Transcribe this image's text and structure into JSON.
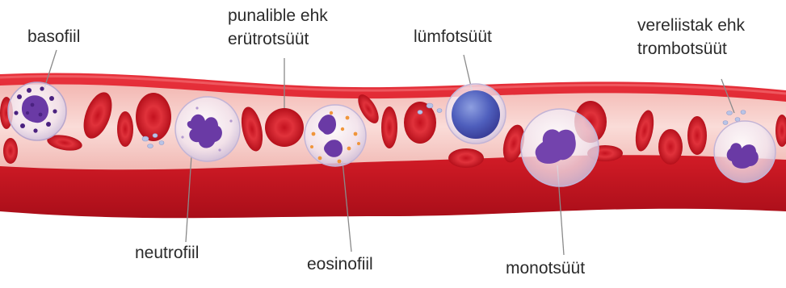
{
  "labels": {
    "basophil": "basofiil",
    "erythrocyte": [
      "punalible ehk",
      "erütrotsüüt"
    ],
    "lymphocyte": "lümfotsüüt",
    "thrombocyte": [
      "vereliistak ehk",
      "trombotsüüt"
    ],
    "neutrophil": "neutrofiil",
    "eosinophil": "eosinofiil",
    "monocyte": "monotsüüt"
  },
  "colors": {
    "vessel_wall": "#d81f2b",
    "vessel_wall_dark": "#a80f1a",
    "vessel_lumen": "#f7c9c4",
    "red_cell": "#d8202c",
    "nucleus": "#6a3aa5",
    "leader_line": "#8a8a8a"
  },
  "icons": [
    "red-blood-cell-icon",
    "white-blood-cell-icon",
    "platelet-icon"
  ]
}
